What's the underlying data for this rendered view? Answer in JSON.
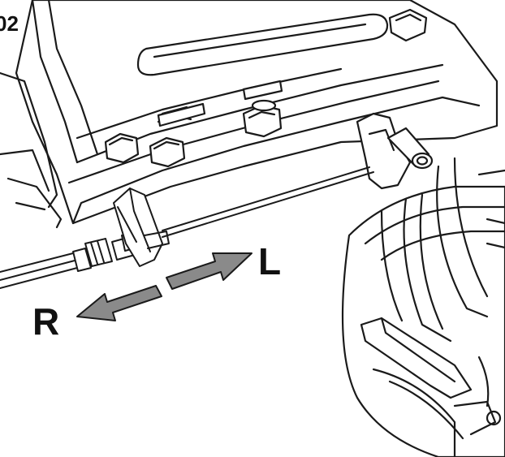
{
  "figure": {
    "number_label": "02",
    "direction_left_label": "L",
    "direction_right_label": "R"
  },
  "colors": {
    "line": "#1a1a1a",
    "arrow_fill": "#8a8a8a",
    "background": "#ffffff"
  }
}
